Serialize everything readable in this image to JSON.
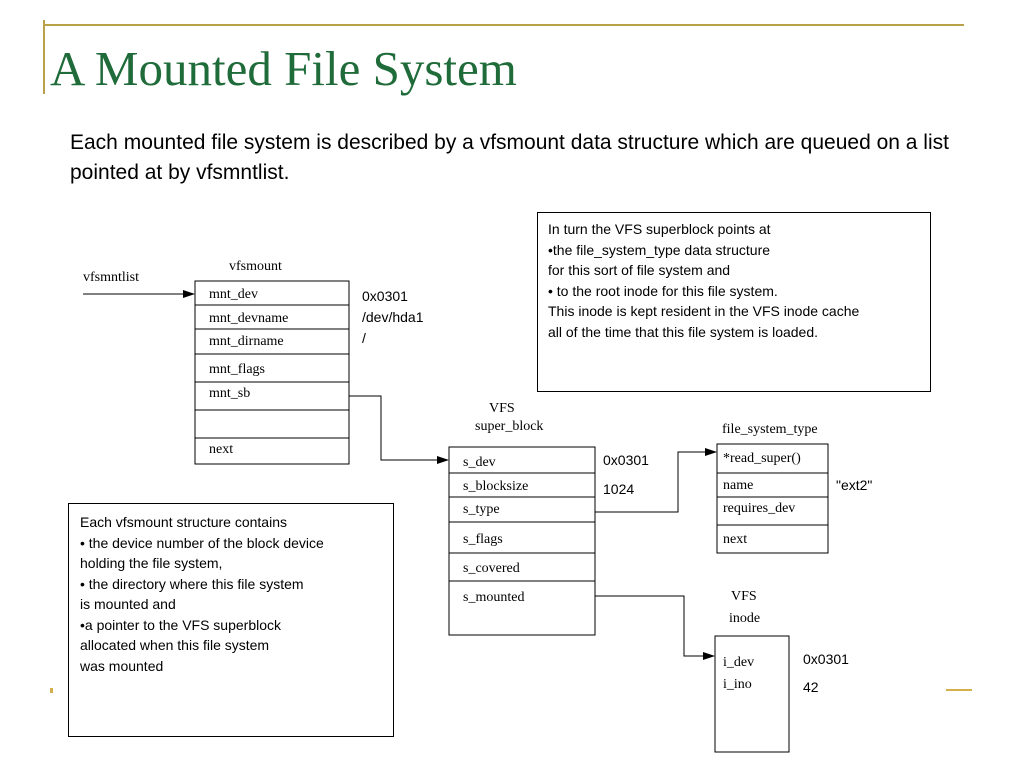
{
  "slide": {
    "title": "A Mounted File System",
    "intro": "Each mounted file system is described by a vfsmount data structure which are queued on a list pointed at by vfsmntlist."
  },
  "notes": {
    "vfs_superblock": "In turn the VFS superblock points at\n•the file_system_type data structure\nfor this sort of file system and\n• to the root inode for this file system.\nThis inode is kept resident in the VFS inode cache\nall of the time that this file system is loaded.",
    "vfsmount": "Each vfsmount structure contains\n• the device number of the block device\nholding the file system,\n• the directory where this file system\n is mounted and\n•a pointer to the VFS superblock\nallocated when this file system\nwas mounted"
  },
  "diagram": {
    "vfsmntlist_label": "vfsmntlist",
    "vfsmount": {
      "title": "vfsmount",
      "fields": [
        "mnt_dev",
        "mnt_devname",
        "mnt_dirname",
        "mnt_flags",
        "mnt_sb",
        "",
        "next"
      ],
      "values": [
        "0x0301",
        "/dev/hda1",
        "/"
      ]
    },
    "super_block": {
      "title_line1": "VFS",
      "title_line2": "super_block",
      "fields": [
        "s_dev",
        "s_blocksize",
        "s_type",
        "s_flags",
        "s_covered",
        "s_mounted"
      ],
      "values": [
        "0x0301",
        "1024"
      ]
    },
    "file_system_type": {
      "title": "file_system_type",
      "fields": [
        "*read_super()",
        "name",
        "requires_dev",
        "next"
      ],
      "name_value": "\"ext2\""
    },
    "inode": {
      "title_line1": "VFS",
      "title_line2": "inode",
      "fields": [
        "i_dev",
        "i_ino"
      ],
      "values": [
        "0x0301",
        "42"
      ]
    }
  }
}
